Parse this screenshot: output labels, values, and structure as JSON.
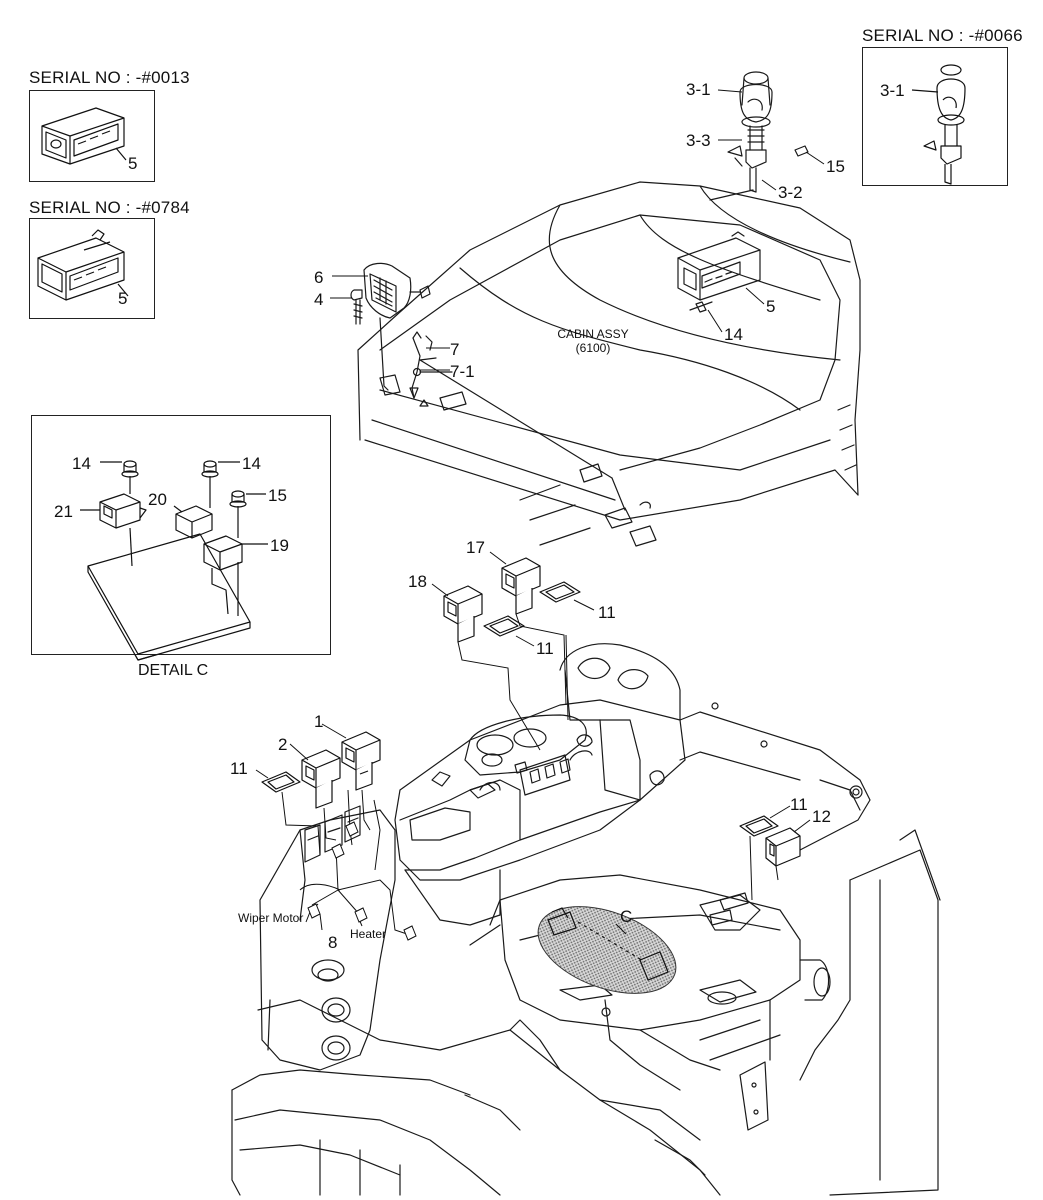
{
  "serials": {
    "s0013": "SERIAL NO : -#0013",
    "s0784": "SERIAL NO : -#0784",
    "s0066": "SERIAL NO : -#0066"
  },
  "labels": {
    "cabin_assy_line1": "CABIN ASSY",
    "cabin_assy_line2": "(6100)",
    "wiper_motor": "Wiper Motor",
    "heater": "Heater",
    "detail_c": "DETAIL C",
    "section_c": "C"
  },
  "callouts": {
    "c3_1_inset": "3-1",
    "c3_1": "3-1",
    "c3_3": "3-3",
    "c3_2": "3-2",
    "c15_top": "15",
    "c5_main": "5",
    "c14_main": "14",
    "c5_inset1": "5",
    "c5_inset2": "5",
    "c6": "6",
    "c4": "4",
    "c7": "7",
    "c7_1": "7-1",
    "c14_d1": "14",
    "c14_d2": "14",
    "c15_d": "15",
    "c20": "20",
    "c21": "21",
    "c19": "19",
    "c17": "17",
    "c18": "18",
    "c11_a": "11",
    "c11_b": "11",
    "c1": "1",
    "c2": "2",
    "c11_c": "11",
    "c11_d": "11",
    "c12": "12",
    "c8": "8"
  }
}
